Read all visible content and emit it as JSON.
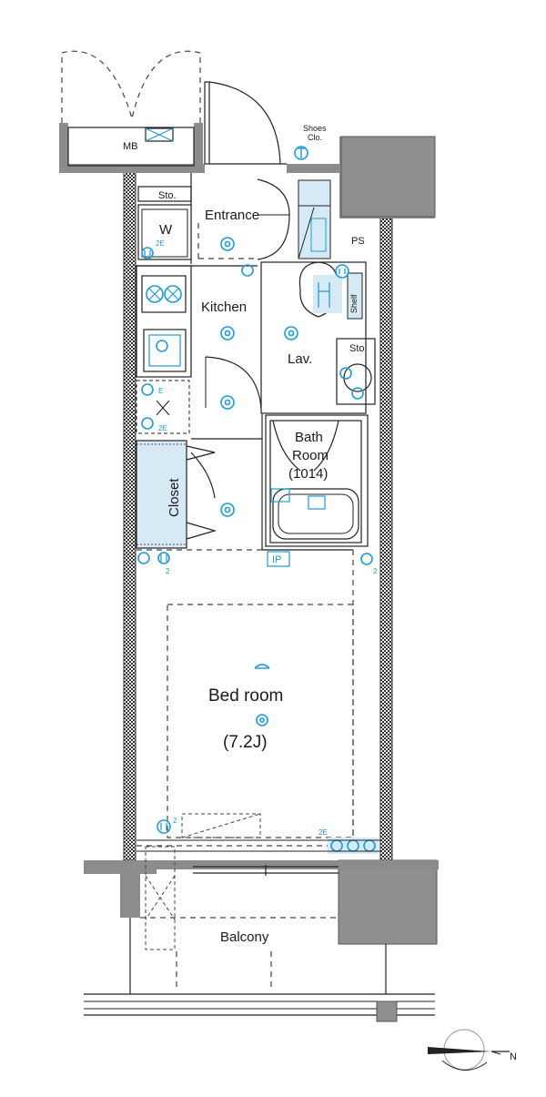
{
  "floorplan": {
    "rooms": {
      "mb": "MB",
      "shoes": "Shoes",
      "shoes_clo": "Clo.",
      "sto_top": "Sto.",
      "entrance": "Entrance",
      "ps": "PS",
      "w": "W",
      "kitchen": "Kitchen",
      "lav": "Lav.",
      "sto_lav": "Sto.",
      "shelf": "Shelf",
      "bath_line1": "Bath",
      "bath_line2": "Room",
      "bath_line3": "(1014)",
      "closet": "Closet",
      "ip": "IP",
      "bedroom": "Bed room",
      "bedroom_size": "(7.2J)",
      "balcony": "Balcony"
    },
    "annotations": {
      "two_e_w": "2E",
      "e_range": "E",
      "two_e_fridge": "2E",
      "two_e_window": "2E",
      "two_a": "2",
      "two_b": "2",
      "two_c": "2"
    },
    "compass": {
      "north_label": "N"
    },
    "colors": {
      "fixture_fill": "#d6eaf6",
      "icon_blue": "#1f9ad6",
      "wall_gray": "#8c8c8c"
    }
  }
}
